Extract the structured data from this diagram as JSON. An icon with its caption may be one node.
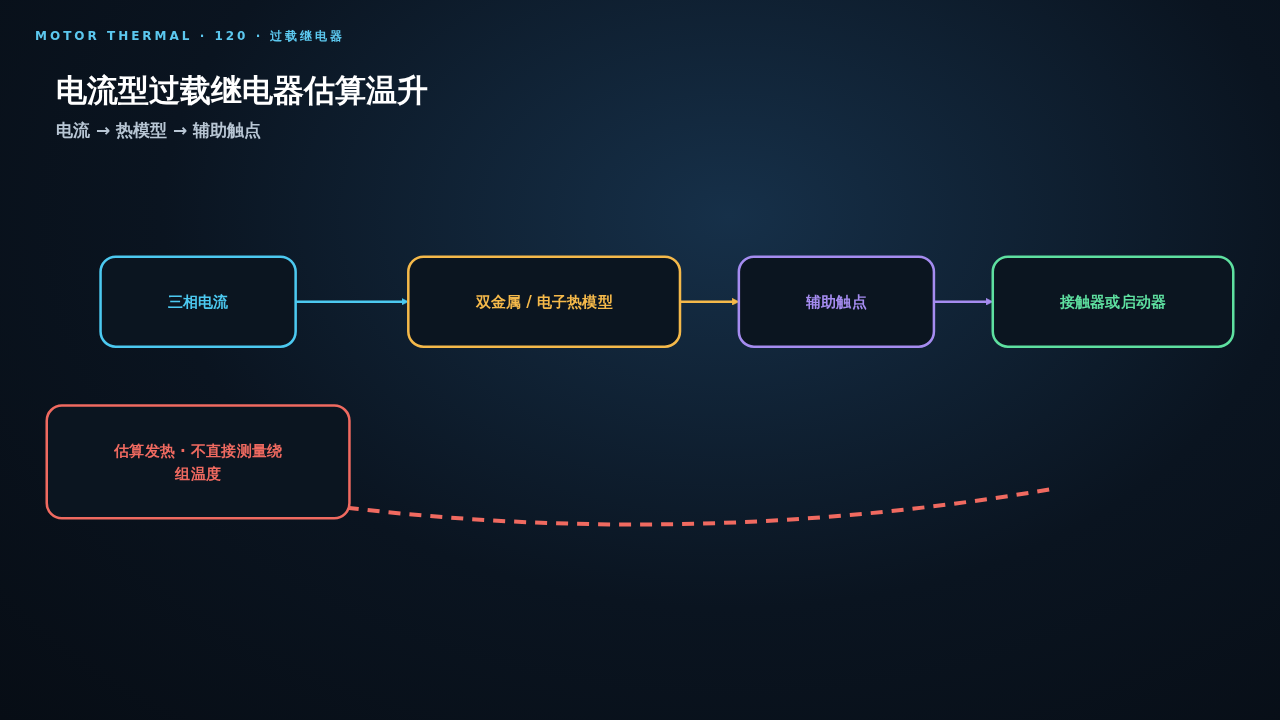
{
  "diagram": {
    "title": "电流型过载继电器估算温升",
    "nodes": [
      {
        "text": [
          "三相电流"
        ]
      },
      {
        "text": [
          "双金属 / 电子热模型"
        ]
      },
      {
        "text": [
          "辅助触点"
        ]
      },
      {
        "text": [
          "接触器或启动器"
        ]
      },
      {
        "text": [
          "估算发热 · 不直接测量绕组温度"
        ]
      }
    ],
    "edges": [
      {
        "from": 0,
        "to": 1,
        "arrow": "to",
        "color": "#4cc9f0"
      },
      {
        "from": 1,
        "to": 2,
        "arrow": "to",
        "color": "#f5b94a"
      },
      {
        "from": 2,
        "to": 3,
        "arrow": "to",
        "color": "#a58cf0"
      }
    ],
    "labels": [
      "MOTOR THERMAL · 120 · 过载继电器",
      "电流 → 热模型 → 辅助触点"
    ]
  }
}
